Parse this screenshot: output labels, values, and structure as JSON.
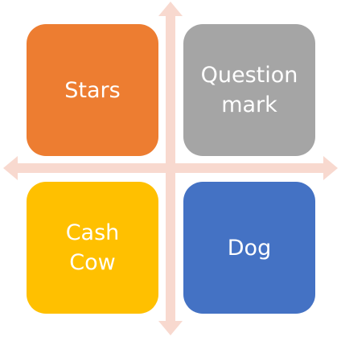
{
  "colors": {
    "axis": "#f8d9cf",
    "stars": "#ed7d31",
    "question_mark": "#a5a5a5",
    "cash_cow": "#ffc000",
    "dog": "#4472c4"
  },
  "quadrants": {
    "top_left": {
      "label": "Stars"
    },
    "top_right": {
      "label": "Question\nmark"
    },
    "bottom_left": {
      "label": "Cash\nCow"
    },
    "bottom_right": {
      "label": "Dog"
    }
  }
}
